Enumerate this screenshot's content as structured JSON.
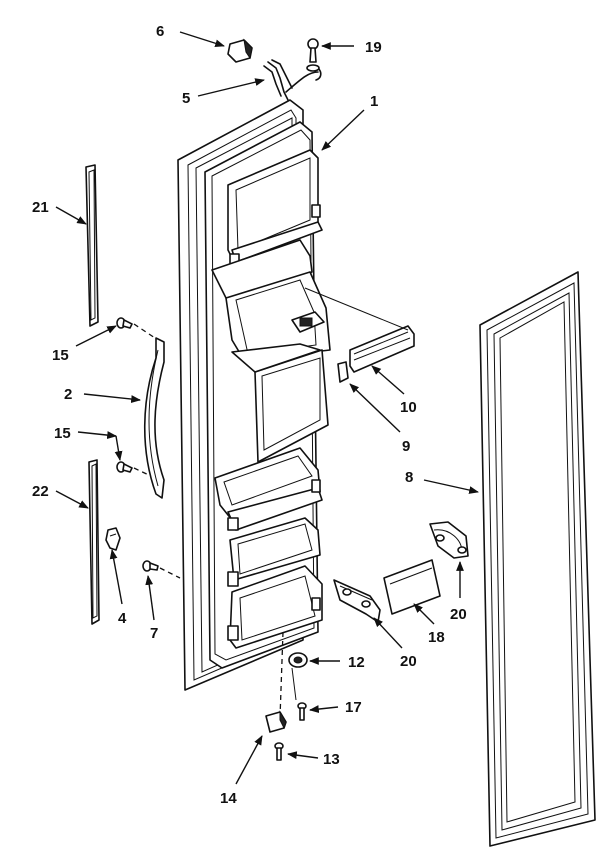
{
  "callouts": {
    "c1": "1",
    "c2": "2",
    "c4": "4",
    "c5": "5",
    "c6": "6",
    "c7": "7",
    "c8": "8",
    "c9": "9",
    "c10": "10",
    "c12": "12",
    "c13": "13",
    "c14": "14",
    "c15a": "15",
    "c15b": "15",
    "c17": "17",
    "c18": "18",
    "c19": "19",
    "c20a": "20",
    "c20b": "20",
    "c21": "21",
    "c22": "22"
  }
}
